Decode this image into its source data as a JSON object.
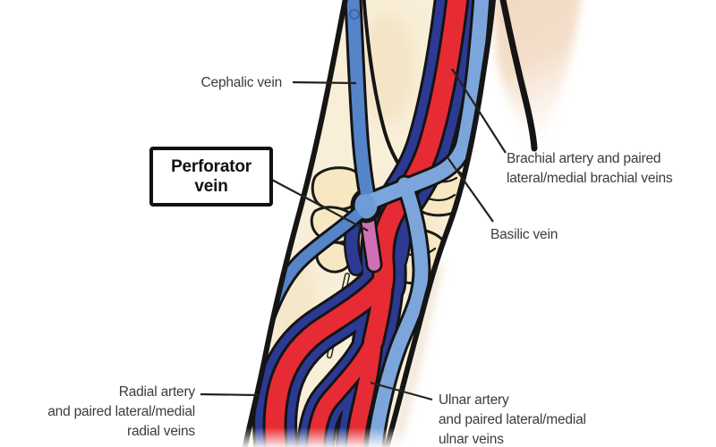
{
  "diagram": {
    "subject": "Veins and arteries of the arm at the elbow (antecubital fossa)",
    "labels": {
      "cephalic_vein": {
        "text": "Cephalic vein"
      },
      "perforator_vein": {
        "line1": "Perforator",
        "line2": "vein"
      },
      "brachial": {
        "line1": "Brachial artery and paired",
        "line2": "lateral/medial brachial veins"
      },
      "basilic_vein": {
        "text": "Basilic vein"
      },
      "radial": {
        "line1": "Radial artery",
        "line2": "and paired lateral/medial",
        "line3": "radial veins"
      },
      "ulnar": {
        "line1": "Ulnar artery",
        "line2": "and paired lateral/medial",
        "line3": "ulnar veins"
      }
    },
    "colors": {
      "artery_red": "#e62b34",
      "deep_vein_navy": "#2c3a94",
      "superficial_vein_blue": "#5584c9",
      "basilic_vein_blue": "#7ca6db",
      "perforator_pink": "#cf6fb5",
      "skin_cream": "#f9efd8",
      "torso_skin": "#f3dcc6",
      "outline_black": "#151515",
      "label_text": "#3c3c3c"
    }
  }
}
